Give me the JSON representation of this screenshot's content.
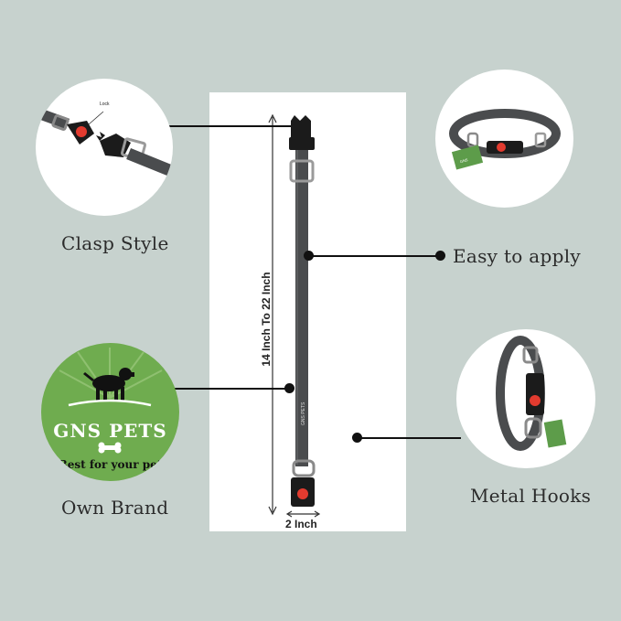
{
  "features": {
    "clasp": {
      "label": "Clasp Style",
      "lock_text": "Lock"
    },
    "easy": {
      "label": "Easy to apply"
    },
    "brand": {
      "label": "Own Brand",
      "name": "GNS PETS",
      "tagline": "Best for your pet"
    },
    "hooks": {
      "label": "Metal Hooks"
    }
  },
  "product": {
    "length_label": "14 Inch To 22 Inch",
    "width_label": "2 Inch",
    "strap_text": "GNS PETS"
  },
  "colors": {
    "background": "#c7d2ce",
    "strap": "#4a4c4e",
    "buckle": "#1b1b1b",
    "lock": "#e23b2f",
    "brand_green": "#6fac4f"
  },
  "icons": {
    "dog": "dog-icon",
    "bone": "bone-icon"
  }
}
